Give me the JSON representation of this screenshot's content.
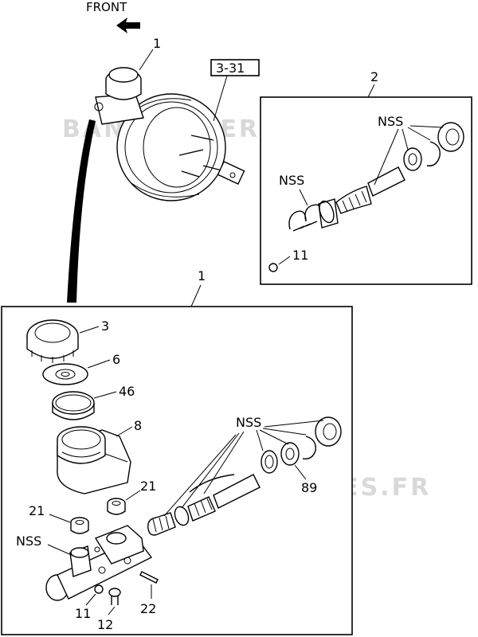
{
  "header": {
    "front_label": "FRONT"
  },
  "watermark": {
    "text": "BANDEYDIER-PIECES.FR"
  },
  "callouts": {
    "master_cylinder": "1",
    "section_ref": "3-31",
    "kit_box": "2",
    "detail_box": "1",
    "nss_kit_seals": "NSS",
    "nss_kit_piston": "NSS",
    "kit_clip": "11",
    "cap": "3",
    "diaphragm": "6",
    "ring": "46",
    "reservoir": "8",
    "nss_piston": "NSS",
    "grommet_right": "21",
    "grommet_left": "21",
    "nss_body": "NSS",
    "seal_89": "89",
    "clip_11": "11",
    "bolt_12": "12",
    "pin_22": "22"
  },
  "icons": {
    "front_arrow": "arrow-left-icon"
  }
}
